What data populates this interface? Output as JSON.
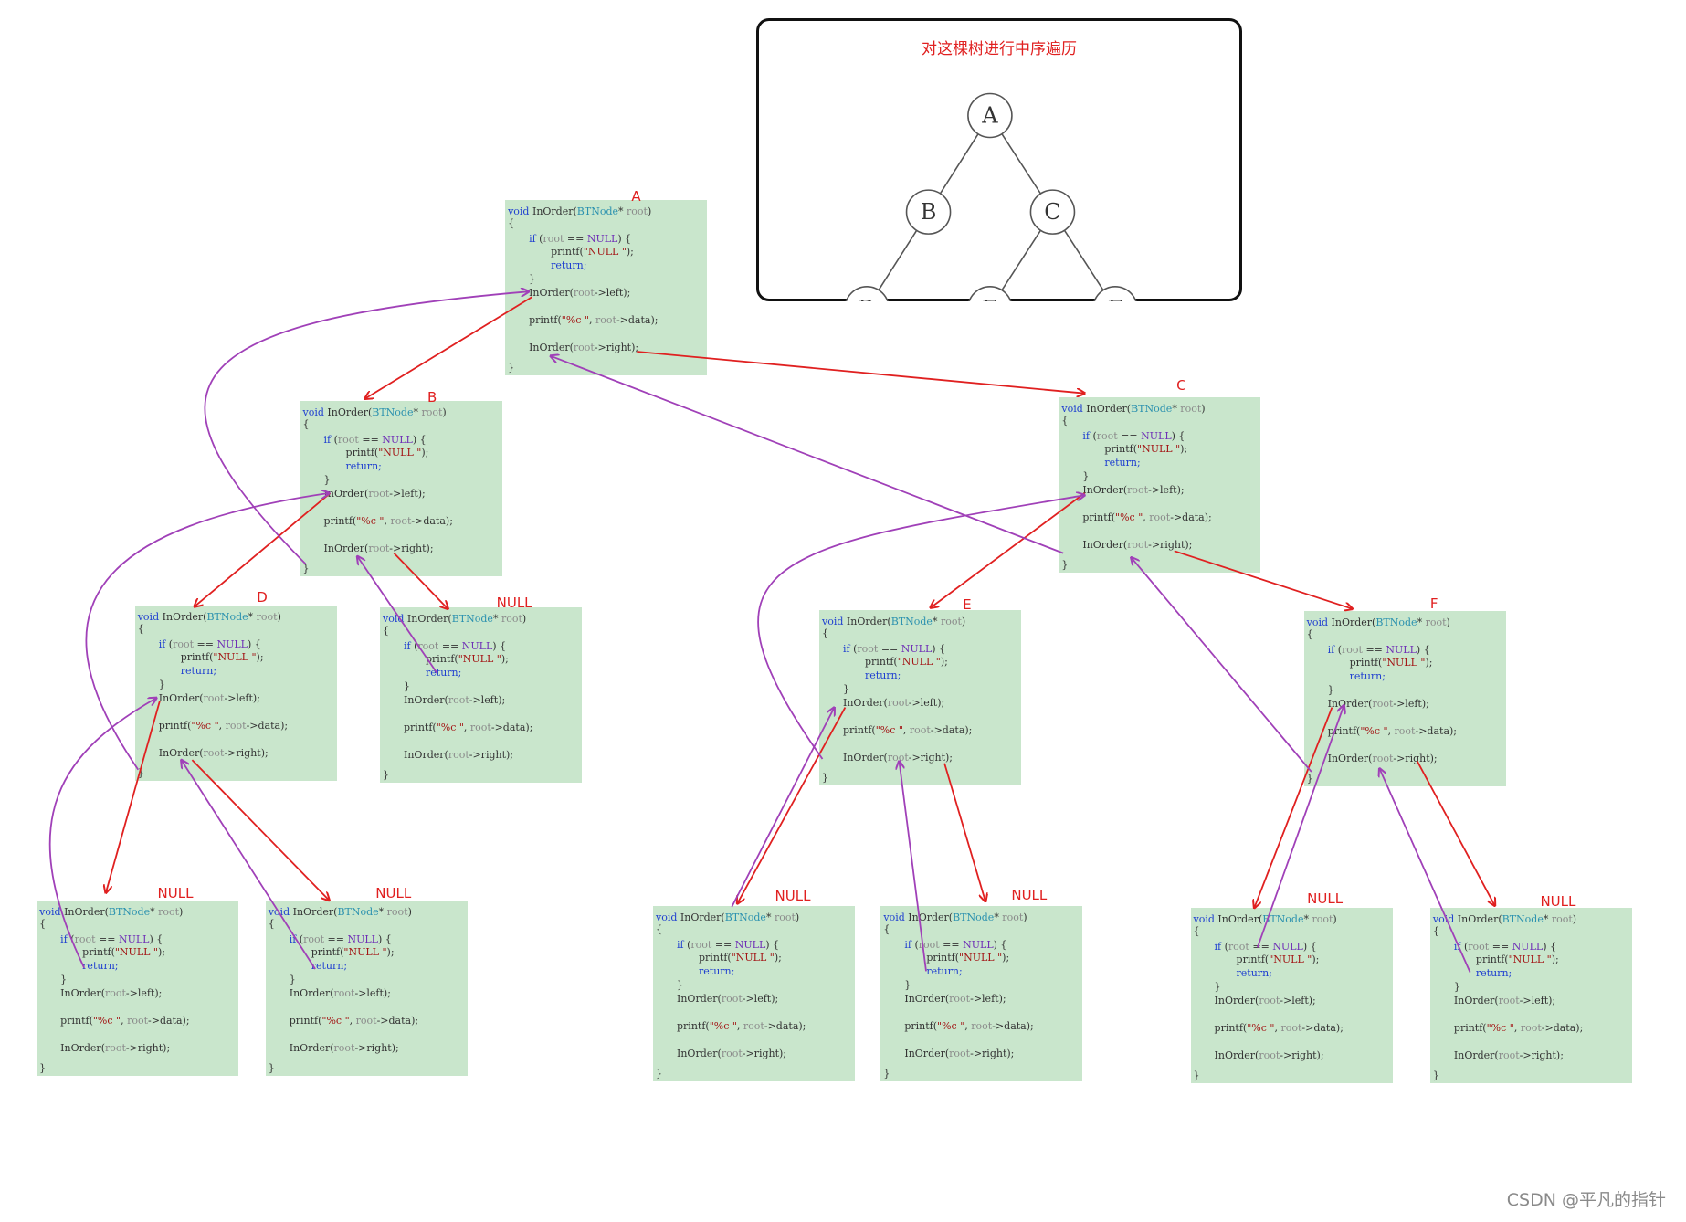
{
  "title": "对这棵树进行中序遍历",
  "tree_nodes": [
    {
      "id": "A",
      "label": "A"
    },
    {
      "id": "B",
      "label": "B"
    },
    {
      "id": "C",
      "label": "C"
    },
    {
      "id": "D",
      "label": "D"
    },
    {
      "id": "E",
      "label": "E"
    },
    {
      "id": "F",
      "label": "F"
    }
  ],
  "tree_edges": [
    [
      "A",
      "B"
    ],
    [
      "A",
      "C"
    ],
    [
      "B",
      "D"
    ],
    [
      "C",
      "E"
    ],
    [
      "C",
      "F"
    ]
  ],
  "code": {
    "signature_kw": "void",
    "signature_fn": " InOrder(",
    "signature_type": "BTNode",
    "signature_star": "*",
    "signature_param": " root",
    "signature_close": ")",
    "open_brace": "{",
    "if_kw": "if",
    "if_open": " (",
    "if_root": "root",
    "if_eq": " == ",
    "if_null": "NULL",
    "if_close": ") {",
    "printf_fn": "printf(",
    "printf_str": "\"NULL \"",
    "printf_close": ");",
    "return_kw": "return;",
    "inner_close": "}",
    "left_call_a": "InOrder(",
    "left_call_root": "root",
    "left_call_b": "->left);",
    "printf_data_a": "printf(",
    "printf_data_str": "\"%c \"",
    "printf_data_b": ", ",
    "printf_data_root": "root",
    "printf_data_c": "->data);",
    "right_call_a": "InOrder(",
    "right_call_root": "root",
    "right_call_b": "->right);",
    "close_brace": "}"
  },
  "call_labels": [
    "A",
    "B",
    "C",
    "D",
    "E",
    "F",
    "NULL",
    "NULL",
    "NULL",
    "NULL",
    "NULL",
    "NULL",
    "NULL"
  ],
  "colors": {
    "call_arrow": "#e02020",
    "return_arrow": "#a040b8",
    "code_bg": "#c9e6cc"
  },
  "watermark": "CSDN @平凡的指针"
}
